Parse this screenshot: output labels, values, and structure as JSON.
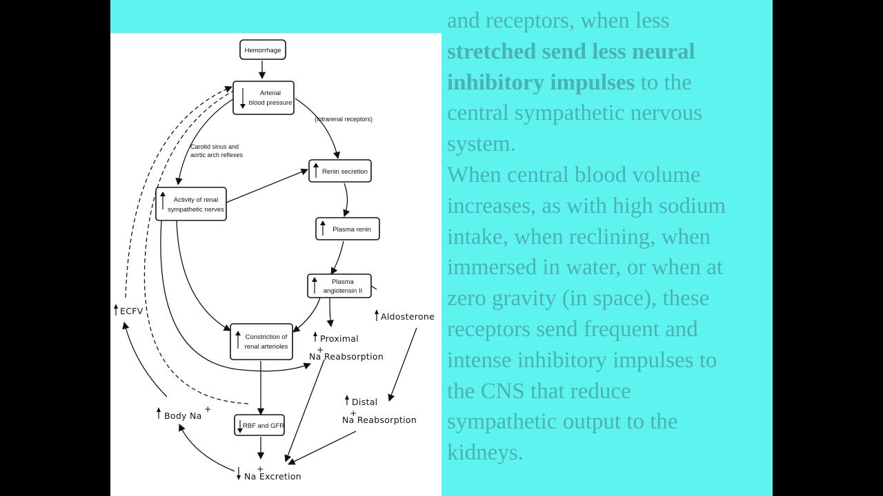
{
  "diagram": {
    "nodes": {
      "hemorrhage": "Hemorrhage",
      "arterial_bp": [
        "Arterial",
        "blood pressure"
      ],
      "renin_secretion": "Renin secretion",
      "plasma_renin": "Plasma renin",
      "plasma_angiotensin": [
        "Plasma",
        "angiotensin II"
      ],
      "renal_sympathetic": [
        "Activity of renal",
        "sympathetic nerves"
      ],
      "constriction": [
        "Constriction of",
        "renal arterioles"
      ],
      "rbf_gfr": "RBF and GFR"
    },
    "labels": {
      "intrarenal": "(Intrarenal receptors)",
      "carotid": [
        "Carotid sinus and",
        "aortic arch reflexes"
      ],
      "ecfv": "ECFV",
      "aldosterone": "Aldosterone",
      "proximal": [
        "Proximal",
        "Na Reabsorption"
      ],
      "distal": [
        "Distal",
        "Na Reabsorption"
      ],
      "body_na": "Body Na",
      "na_excretion": "Na Excretion",
      "plus_sup": "+"
    }
  },
  "slide_text": {
    "l1": "and receptors, when less",
    "l2_a": "stretched ",
    "l2_b": "send less neural",
    "l3_a": "inhibitory impulses",
    "l3_b": " to the",
    "l4": "central sympathetic nervous",
    "l5": "system.",
    "l6": "When central blood volume",
    "l7": "increases, as with high sodium",
    "l8": "intake, when reclining, when",
    "l9": "immersed in water, or when at",
    "l10": "zero gravity (in space), these",
    "l11": "receptors send frequent and",
    "l12": "intense inhibitory impulses to",
    "l13": "the CNS that reduce",
    "l14": "sympathetic output to the",
    "l15": "kidneys."
  }
}
